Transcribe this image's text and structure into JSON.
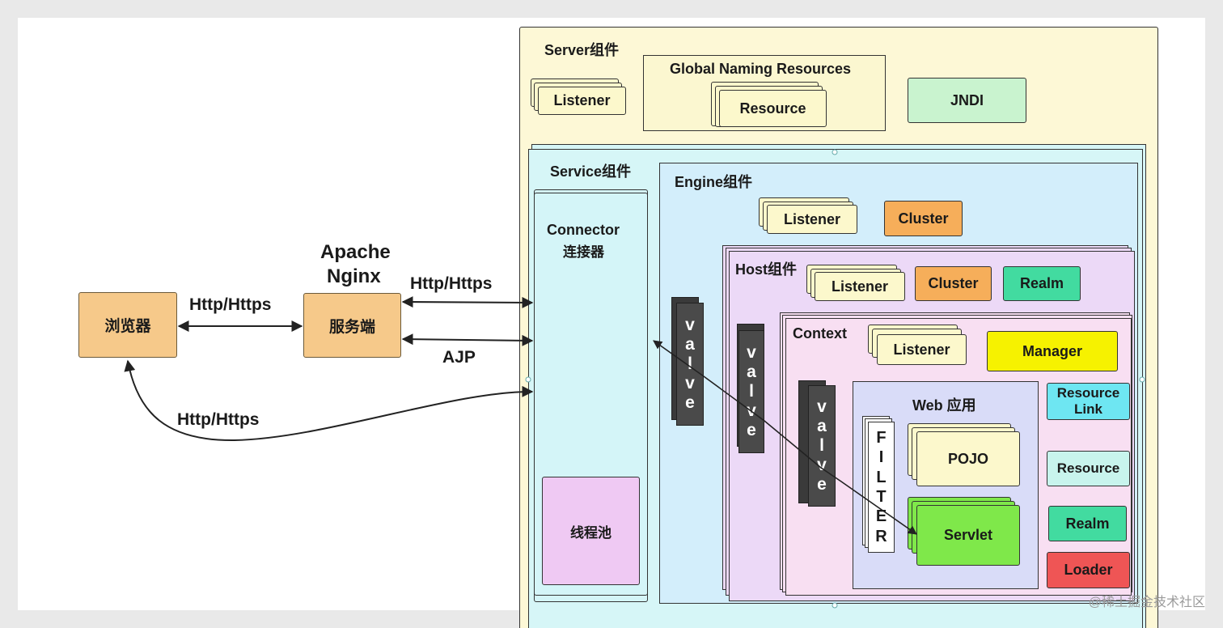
{
  "browser": {
    "label": "浏览器"
  },
  "server_side": {
    "title_line1": "Apache",
    "title_line2": "Nginx",
    "label": "服务端"
  },
  "links": {
    "browser_to_server": "Http/Https",
    "server_to_connector_http": "Http/Https",
    "server_to_connector_ajp": "AJP",
    "browser_to_connector": "Http/Https"
  },
  "server": {
    "title": "Server组件",
    "listener": "Listener",
    "global_naming": {
      "title": "Global Naming Resources",
      "resource": "Resource"
    },
    "jndi": "JNDI"
  },
  "service": {
    "title": "Service组件",
    "connector": {
      "line1": "Connector",
      "line2": "连接器"
    },
    "thread_pool": "线程池"
  },
  "engine": {
    "title": "Engine组件",
    "listener": "Listener",
    "cluster": "Cluster",
    "valve": [
      "v",
      "a",
      "l",
      "v",
      "e"
    ]
  },
  "host": {
    "title": "Host组件",
    "listener": "Listener",
    "cluster": "Cluster",
    "realm": "Realm",
    "valve": [
      "v",
      "a",
      "l",
      "v",
      "e"
    ]
  },
  "context": {
    "title": "Context",
    "listener": "Listener",
    "manager": "Manager",
    "resource_link": "Resource Link",
    "resource": "Resource",
    "realm": "Realm",
    "loader": "Loader",
    "valve": [
      "v",
      "a",
      "l",
      "v",
      "e"
    ]
  },
  "webapp": {
    "title": "Web 应用",
    "filter": [
      "F",
      "I",
      "L",
      "T",
      "E",
      "R"
    ],
    "pojo": "POJO",
    "servlet": "Servlet"
  },
  "watermark": "@稀土掘金技术社区",
  "colors": {
    "orange_box": "#f6c98a",
    "server_bg": "#fdf8d6",
    "service_bg": "#d6f6f7",
    "engine_bg": "#d3eefb",
    "host_bg": "#ecd9f7",
    "context_bg": "#f8dff2",
    "webapp_bg": "#d9dcf8",
    "listener_bg": "#fcf8cc",
    "jndi_bg": "#c9f3cf",
    "cluster_bg": "#f6ae5a",
    "realm_bg": "#42dba0",
    "manager_bg": "#f6f200",
    "resource_link_bg": "#6ee6f2",
    "resource_bg": "#c8f4ed",
    "loader_bg": "#ef5555",
    "servlet_bg": "#7fe84a",
    "thread_pool_bg": "#efc9f3"
  }
}
